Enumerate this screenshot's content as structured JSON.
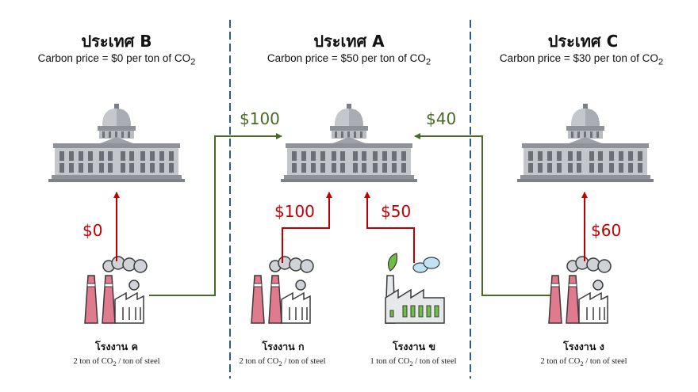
{
  "countries": {
    "b": {
      "name": "ประเทศ B",
      "price_text": "Carbon price = $0 per ton of CO",
      "subscript": "2"
    },
    "a": {
      "name": "ประเทศ A",
      "price_text": "Carbon price = $50 per ton of CO",
      "subscript": "2"
    },
    "c": {
      "name": "ประเทศ C",
      "price_text": "Carbon price = $30 per ton of CO",
      "subscript": "2"
    }
  },
  "flows": {
    "b_plant_to_b": "$0",
    "b_plant_to_a": "$100",
    "c_plant_to_a": "$40",
    "a_plant1_to_a": "$100",
    "a_plant2_to_a": "$50",
    "c_plant_to_c": "$60"
  },
  "factories": {
    "f_kho": {
      "name": "โรงงาน ค",
      "note_pre": "2 ton of CO",
      "note_sub": "2",
      "note_post": " / ton of steel"
    },
    "f_ko": {
      "name": "โรงงาน ก",
      "note_pre": "2 ton of CO",
      "note_sub": "2",
      "note_post": " / ton of steel"
    },
    "f_kho2": {
      "name": "โรงงาน ข",
      "note_pre": "1 ton of CO",
      "note_sub": "2",
      "note_post": " / ton of steel"
    },
    "f_ngo": {
      "name": "โรงงาน ง",
      "note_pre": "2 ton of CO",
      "note_sub": "2",
      "note_post": " / ton of steel"
    }
  },
  "colors": {
    "red_arrow": "#c00000",
    "green_arrow": "#476b22",
    "divider": "#2e5d8c"
  }
}
